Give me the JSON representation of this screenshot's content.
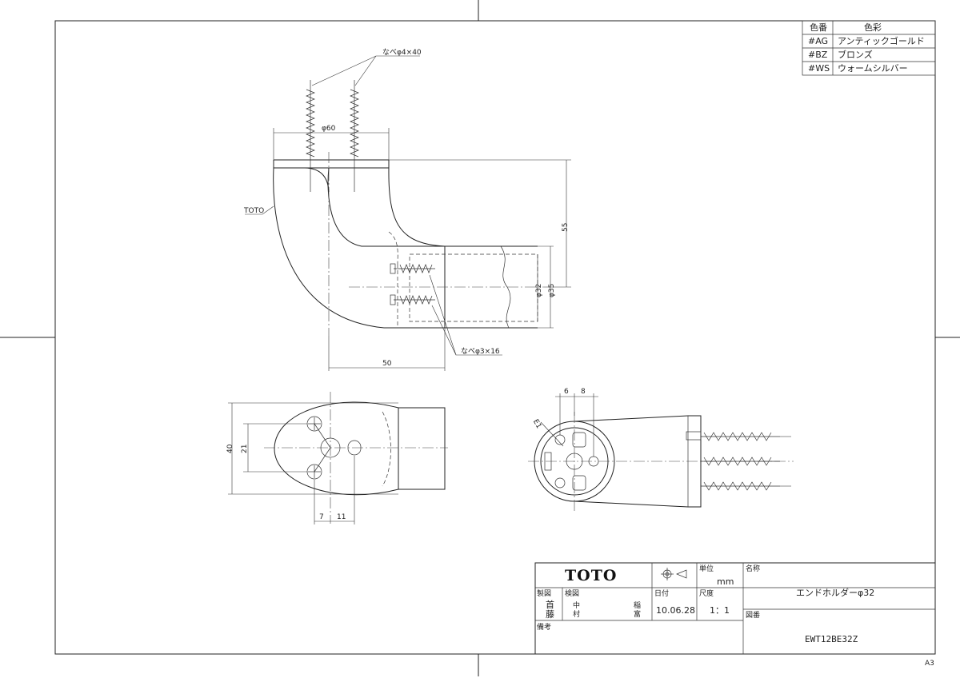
{
  "color_table": {
    "header_code": "色番",
    "header_color": "色彩",
    "rows": [
      {
        "code": "#AG",
        "name": "アンティックゴールド"
      },
      {
        "code": "#BZ",
        "name": "ブロンズ"
      },
      {
        "code": "#WS",
        "name": "ウォームシルバー"
      }
    ]
  },
  "callouts": {
    "screw_top": "なべφ4×40",
    "screw_side": "なべφ3×16",
    "brand_mark": "TOTO",
    "hole_label": "E1"
  },
  "dimensions": {
    "d60": "φ60",
    "d55": "55",
    "d32": "φ32",
    "d35": "φ35",
    "d50": "50",
    "d40": "40",
    "d21": "21",
    "d7": "7",
    "d11": "11",
    "d6": "6",
    "d8": "8"
  },
  "title_block": {
    "company": "TOTO",
    "unit_label": "単位",
    "unit_value": "mm",
    "name_label": "名称",
    "product_name": "エンドホルダーφ32",
    "drafted_label": "製図",
    "drafted_by_1": "首",
    "drafted_by_2": "藤",
    "checked_label": "検図",
    "checked_by_1a": "中",
    "checked_by_1b": "村",
    "checked_by_2a": "稲",
    "checked_by_2b": "富",
    "date_label": "日付",
    "date_value": "10.06.28",
    "scale_label": "尺度",
    "scale_value": "1：1",
    "drawing_no_label": "図番",
    "drawing_no": "EWT12BE32Z",
    "remarks_label": "備考"
  },
  "sheet_size": "A3"
}
